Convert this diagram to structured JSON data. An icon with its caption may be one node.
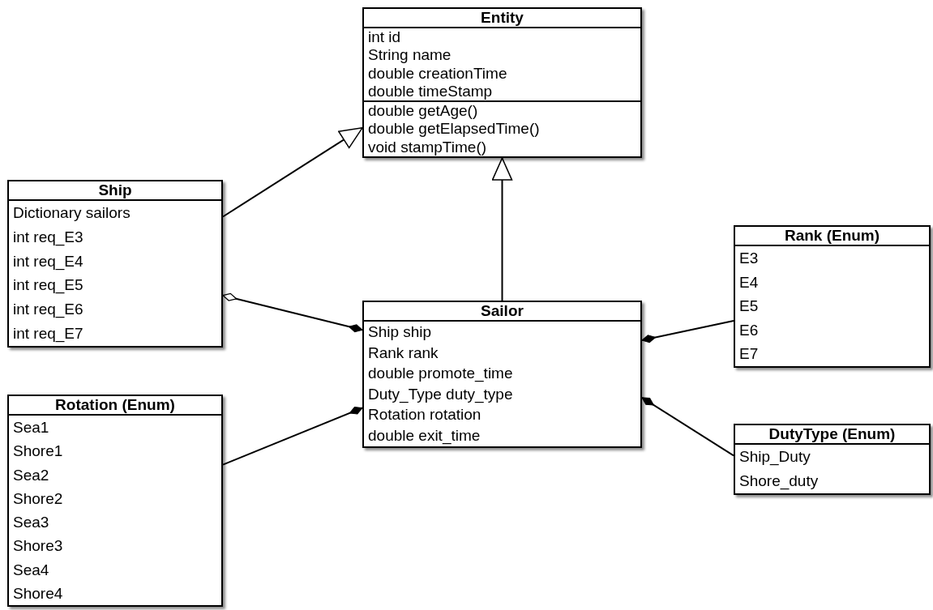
{
  "diagram": {
    "nodes": [
      {
        "text": [
          "Entity",
          "int id",
          "String name",
          "double creationTime",
          "double timeStamp",
          "double getAge()",
          "double getElapsedTime()",
          "void stampTime()"
        ]
      },
      {
        "text": [
          "Ship",
          "Dictionary sailors",
          "int req_E3",
          "int req_E4",
          "int req_E5",
          "int req_E6",
          "int req_E7"
        ]
      },
      {
        "text": [
          "Sailor",
          "Ship ship",
          "Rank rank",
          "double promote_time",
          "Duty_Type duty_type",
          "Rotation rotation",
          "double exit_time"
        ]
      },
      {
        "text": [
          "Rank (Enum)",
          "E3",
          "E4",
          "E5",
          "E6",
          "E7"
        ]
      },
      {
        "text": [
          "Rotation (Enum)",
          "Sea1",
          "Shore1",
          "Sea2",
          "Shore2",
          "Sea3",
          "Shore3",
          "Sea4",
          "Shore4"
        ]
      },
      {
        "text": [
          "DutyType (Enum)",
          "Ship_Duty",
          "Shore_duty"
        ]
      }
    ],
    "edges": [
      {
        "from": 1,
        "to": 0,
        "arrow": "to"
      },
      {
        "from": 2,
        "to": 0,
        "arrow": "to"
      },
      {
        "from": 1,
        "to": 2,
        "arrow": "other"
      },
      {
        "from": 3,
        "to": 2,
        "arrow": "other"
      },
      {
        "from": 4,
        "to": 2,
        "arrow": "other"
      },
      {
        "from": 5,
        "to": 2,
        "arrow": "other"
      }
    ]
  }
}
